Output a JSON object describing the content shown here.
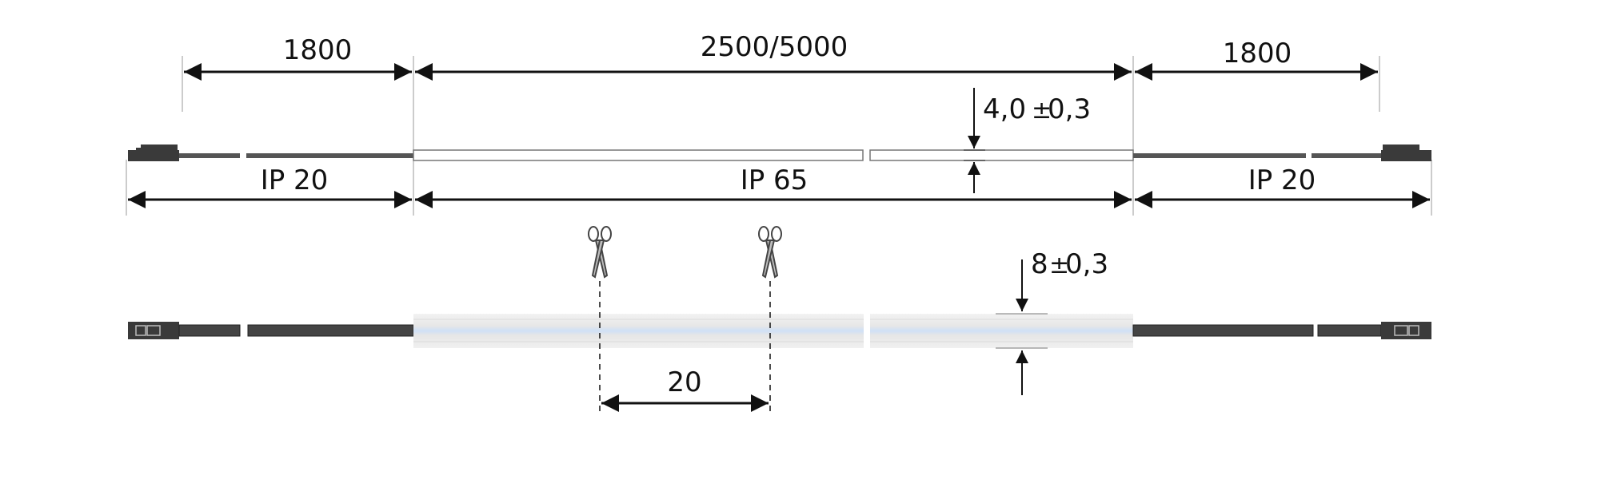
{
  "labels": {
    "left_lead": "1800",
    "strip_length": "2500/5000",
    "right_lead": "1800",
    "thickness_value": "4,0",
    "thickness_tol": "0,3",
    "ip_left": "IP 20",
    "ip_middle": "IP 65",
    "ip_right": "IP 20",
    "width_value": "8",
    "width_tol": "0,3",
    "cut_interval": "20",
    "plus_minus": "±"
  },
  "colors": {
    "dimension_line": "#111111",
    "extension_line": "#9a9a9a",
    "cable": "#555555",
    "connector": "#3a3a3a",
    "strip_fill": "#ececec",
    "strip_highlight": "#cfe0f6"
  },
  "icons": {
    "cut_mark": "scissors-icon"
  }
}
